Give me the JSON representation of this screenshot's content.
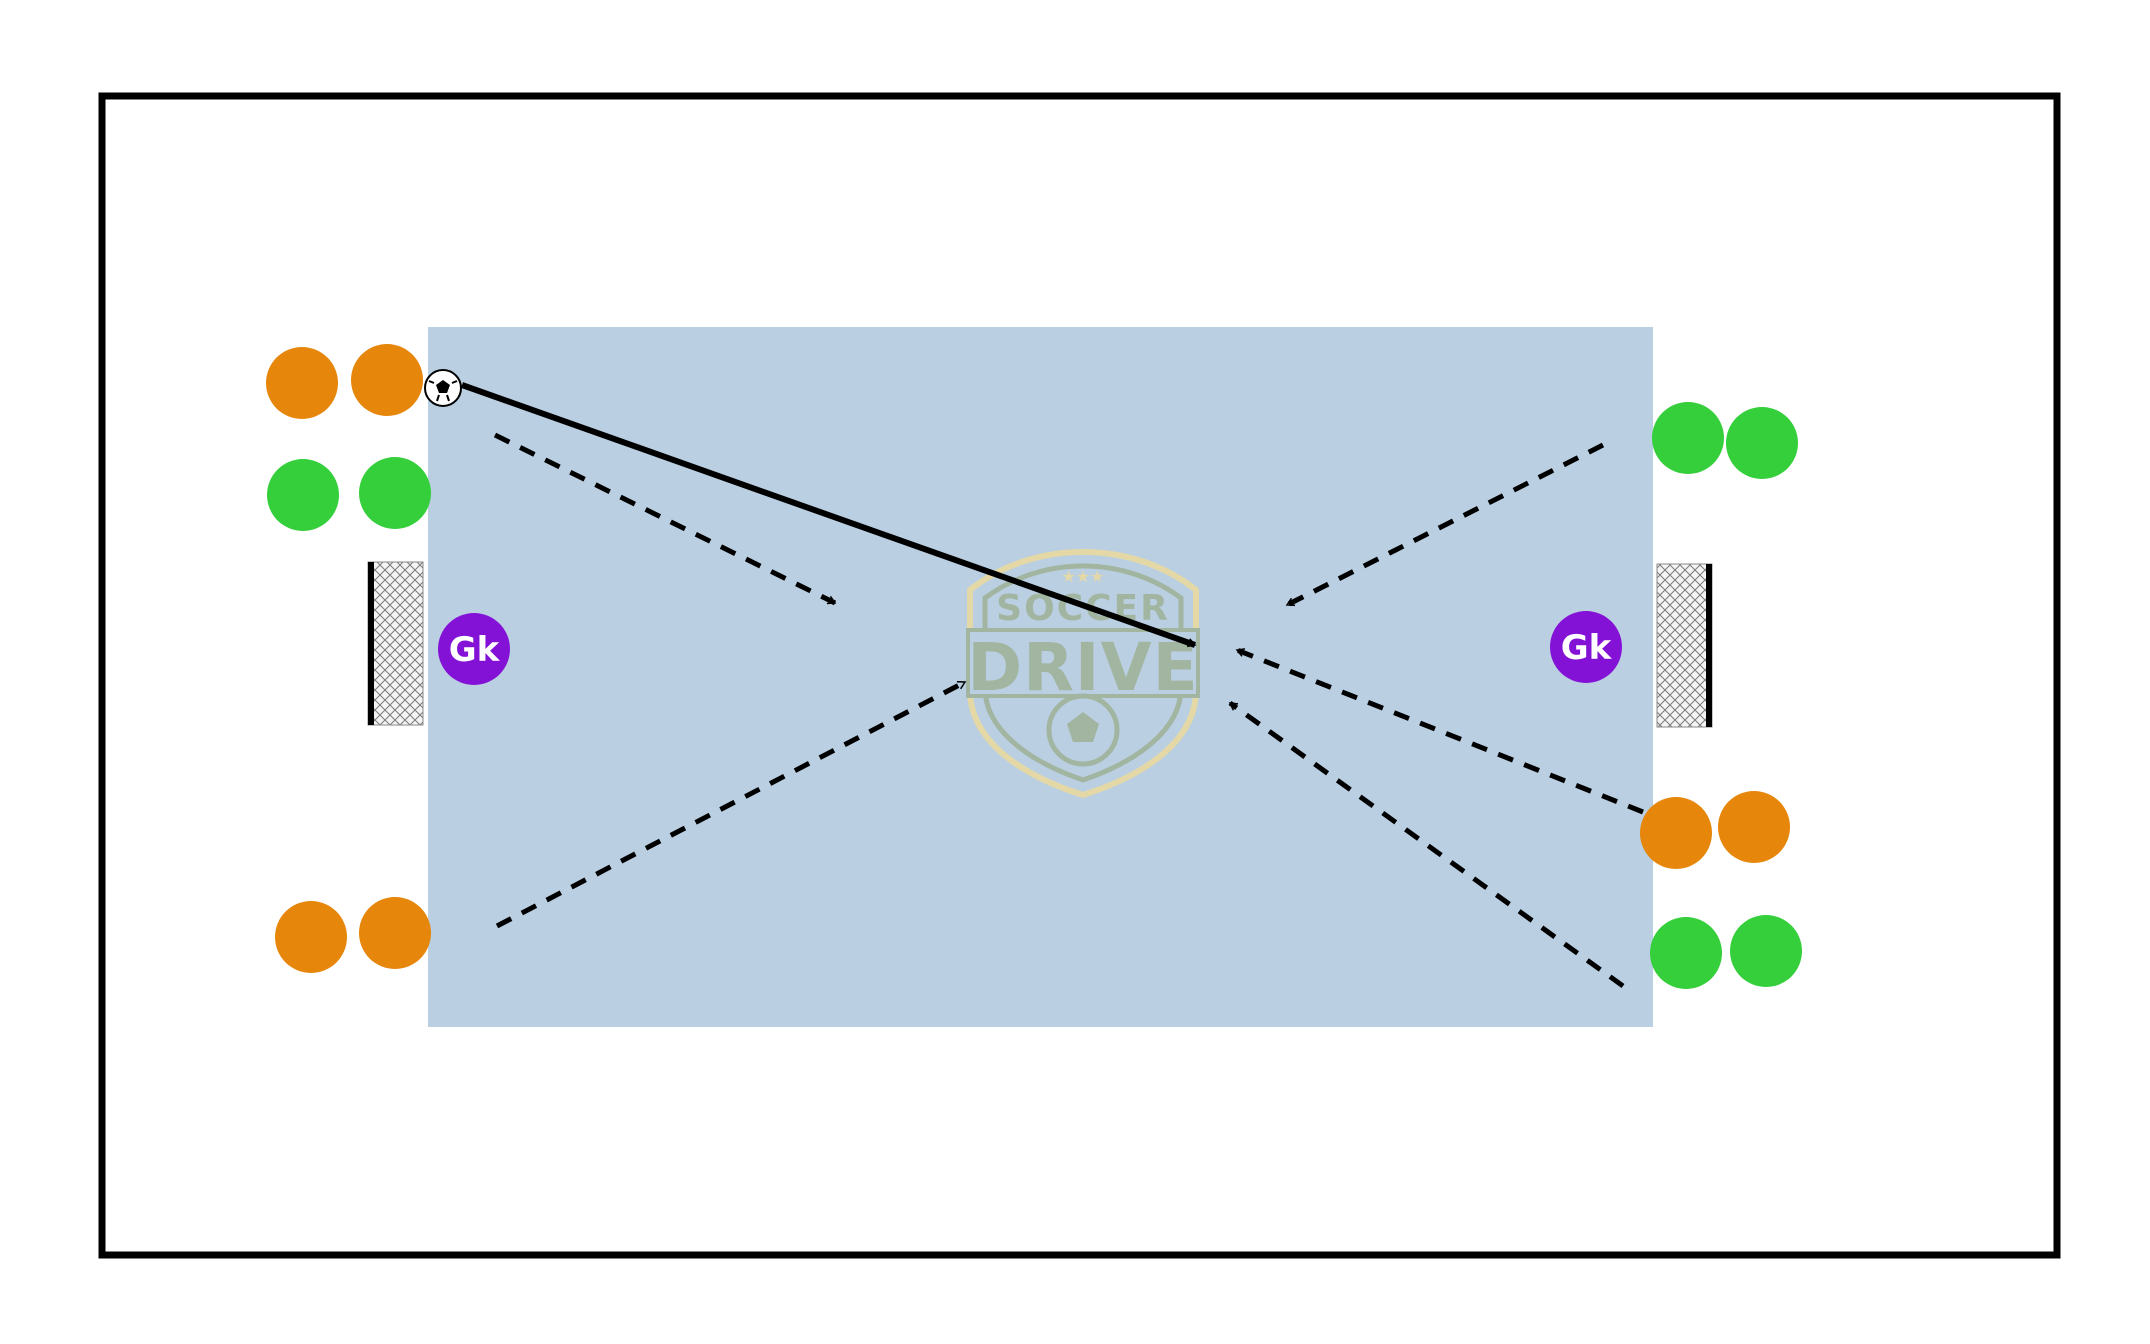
{
  "colors": {
    "field": "#bacfe2",
    "border": "#000000",
    "team_orange": "#e6860a",
    "team_green": "#34cf3a",
    "goalkeeper": "#8412d6",
    "logo": "#9fb39a",
    "logo_outline": "#e8d9a0"
  },
  "goalkeepers": [
    {
      "team": "left",
      "label": "Gk"
    },
    {
      "team": "right",
      "label": "Gk"
    }
  ],
  "logo": {
    "stars": "★★★",
    "line1": "SOCCER",
    "line2": "DRIVE"
  },
  "icons": {
    "ball": "soccer-ball-icon",
    "goal": "goal-net-icon",
    "logo": "soccer-drive-logo"
  },
  "legend": {
    "pass": "solid-arrow",
    "run": "dashed-arrow"
  }
}
